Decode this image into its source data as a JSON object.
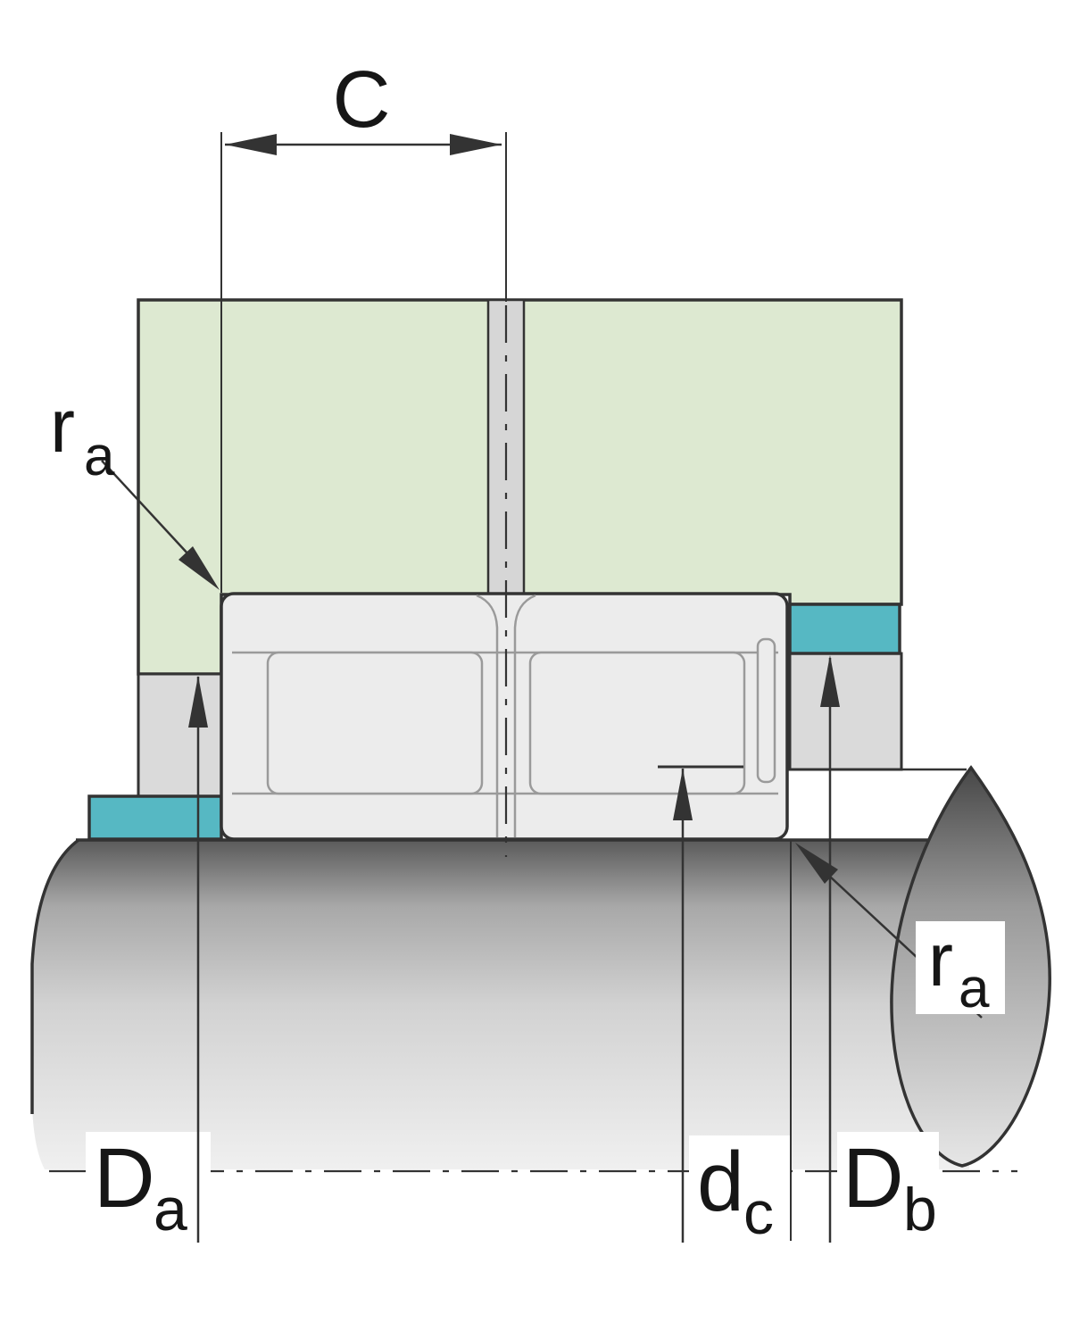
{
  "figure": {
    "labels": {
      "width_c": {
        "main": "C"
      },
      "fillet_top": {
        "main": "r",
        "sub": "a"
      },
      "fillet_bottom": {
        "main": "r",
        "sub": "a"
      },
      "diameter_da": {
        "main": "D",
        "sub": "a"
      },
      "diameter_dc": {
        "main": "d",
        "sub": "c"
      },
      "diameter_db": {
        "main": "D",
        "sub": "b"
      }
    },
    "colors": {
      "outline": "#333333",
      "detail": "#9a9a9a",
      "housing": "#dde9d1",
      "ring": "#56b8c3",
      "bearing": "#ececec",
      "gray_part": "#dadada",
      "slot": "#d6d6d6",
      "shaft_dark": "#5a5a5a",
      "shaft_mid": "#a8a8a8",
      "shaft_mid2": "#d2d2d2",
      "shaft_light": "#f0f0f0",
      "tear_dark": "#474747",
      "tear_mid": "#9a9a9a",
      "tear_light": "#e6e6e6",
      "background": "#ffffff"
    }
  }
}
